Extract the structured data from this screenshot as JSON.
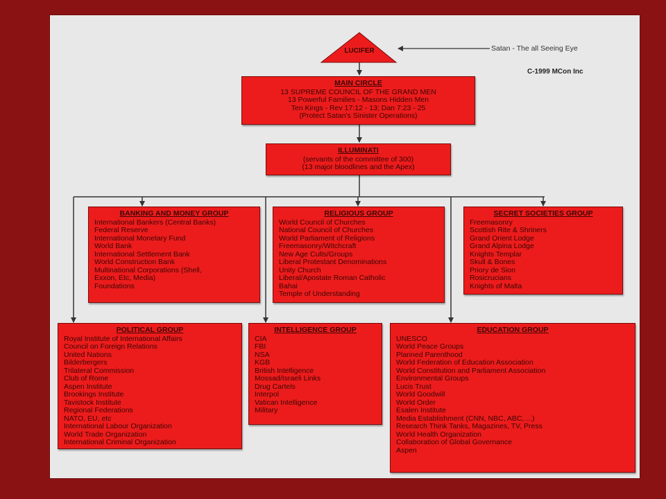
{
  "header": {
    "apex_label": "LUCIFER",
    "apex_note": "Satan - The all Seeing Eye",
    "copyright": "C-1999 MCon Inc"
  },
  "main_circle": {
    "title": "MAIN CIRCLE",
    "lines": [
      "13 SUPREME COUNCIL OF THE GRAND MEN",
      "13 Powerful Families - Masons Hidden Men",
      "Ten Kings - Rev 17:12 - 13; Dan 7:23 - 25",
      "(Protect Satan's Sinister Operations)"
    ]
  },
  "illuminati": {
    "title": "ILLUMINATI",
    "lines": [
      "(servants of the committee of 300)",
      "(13 major bloodlines and the Apex)"
    ]
  },
  "groups": {
    "banking": {
      "title": "BANKING AND MONEY GROUP",
      "items": [
        "International Bankers (Central Banks)",
        "Federal Reserve",
        "International Monetary Fund",
        "World Bank",
        "International Settlement Bank",
        "World Construction Bank",
        "Multinational Corporations (Shell,",
        "Exxon, Etc, Media)",
        "Foundations"
      ]
    },
    "religious": {
      "title": "RELIGIOUS GROUP",
      "items": [
        "World Council of Churches",
        "National Council of Churches",
        "World Parliament of Religions",
        "Freemasonry/Witchcraft",
        "New Age Cults/Groups",
        "Liberal Protestant Denominations",
        "Unity Church",
        "Liberal/Apostate Roman Catholic",
        "Bahai",
        "Temple of Understanding"
      ]
    },
    "secret": {
      "title": "SECRET SOCIETIES GROUP",
      "items": [
        "Freemasonry",
        "Scottish Rite & Shriners",
        "Grand Orient Lodge",
        "Grand Alpina Lodge",
        "Knights Templar",
        "Skull & Bones",
        "Priory de Sion",
        "Rosicrucians",
        "Knights of Malta"
      ]
    },
    "political": {
      "title": "POLITICAL GROUP",
      "items": [
        "Royal Institute of International Affairs",
        "Council on Foreign Relations",
        "United Nations",
        "Bilderbergers",
        "Trilateral Commission",
        "Club of Rome",
        "Aspen Institute",
        "Brookings Institute",
        "Tavistock Institute",
        "Regional Federations",
        "NATO, EU, etc",
        "International Labour Organization",
        "World Trade Organization",
        "International Criminal Organization"
      ]
    },
    "intelligence": {
      "title": "INTELLIGENCE GROUP",
      "items": [
        "CIA",
        "FBI",
        "NSA",
        "KGB",
        "British Intelligence",
        "Mossad/Israeli Links",
        "Drug Cartels",
        "Interpol",
        "Vatican Intelligence",
        "Military"
      ]
    },
    "education": {
      "title": "EDUCATION GROUP",
      "items": [
        "UNESCO",
        "World Peace Groups",
        "Planned Parenthood",
        "World Federation of Education Association",
        "World Constitution and Parliament Association",
        "Environmental Groups",
        "Lucis Trust",
        "World Goodwill",
        "World Order",
        "Esalen Institute",
        "Media Establishment (CNN, NBC, ABC, ...)",
        "Research Think Tanks, Magazines, TV, Press",
        "World Health Organization",
        "Collaboration of Global Governance",
        "Aspen"
      ]
    }
  },
  "colors": {
    "background": "#8b1212",
    "panel": "#e8e8e8",
    "box": "#ec1c1c",
    "text": "#3d0505"
  }
}
